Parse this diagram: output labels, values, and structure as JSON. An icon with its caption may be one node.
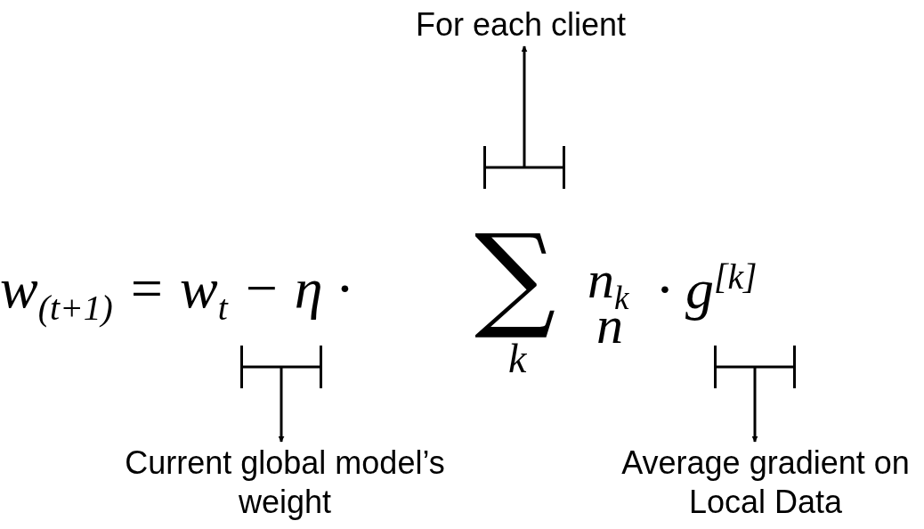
{
  "diagram": {
    "nodes": [
      {
        "text": [
          "For each client"
        ]
      },
      {
        "text": [],
        "shape": "bar"
      },
      {
        "text": [],
        "shape": "bar"
      },
      {
        "text": [],
        "shape": "bar"
      },
      {
        "text": [
          "Current global model’s weight"
        ]
      },
      {
        "text": [
          "Average gradient on Local Data"
        ]
      }
    ],
    "edges": [
      {
        "from": 1,
        "to": 0,
        "arrow": "to"
      },
      {
        "from": 2,
        "to": 4,
        "arrow": "to"
      },
      {
        "from": 3,
        "to": 5,
        "arrow": "to"
      }
    ],
    "labels": [
      "w$_{(t+1)}$ = w$_{t}$ − η ·",
      "∑",
      "k",
      "n$_{k}$",
      "n",
      "· g$^{[k]}$"
    ]
  }
}
